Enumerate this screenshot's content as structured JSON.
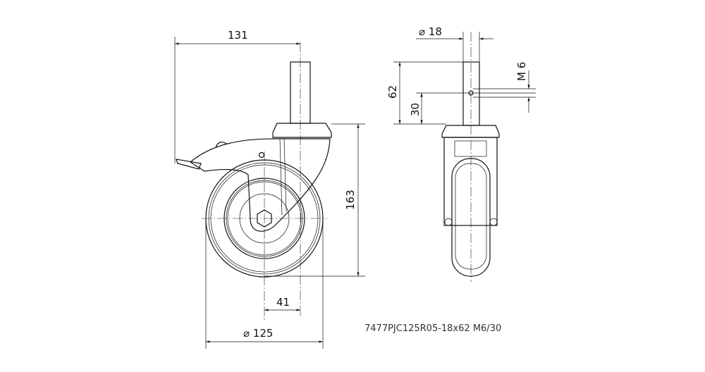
{
  "dimensions": {
    "overall_width": "131",
    "height": "163",
    "offset": "41",
    "wheel_diameter": "⌀ 125",
    "stem_diameter": "⌀ 18",
    "stem_length": "62",
    "hole_position": "30",
    "thread": "M 6"
  },
  "part_number": "7477PJC125R05-18x62 M6/30"
}
